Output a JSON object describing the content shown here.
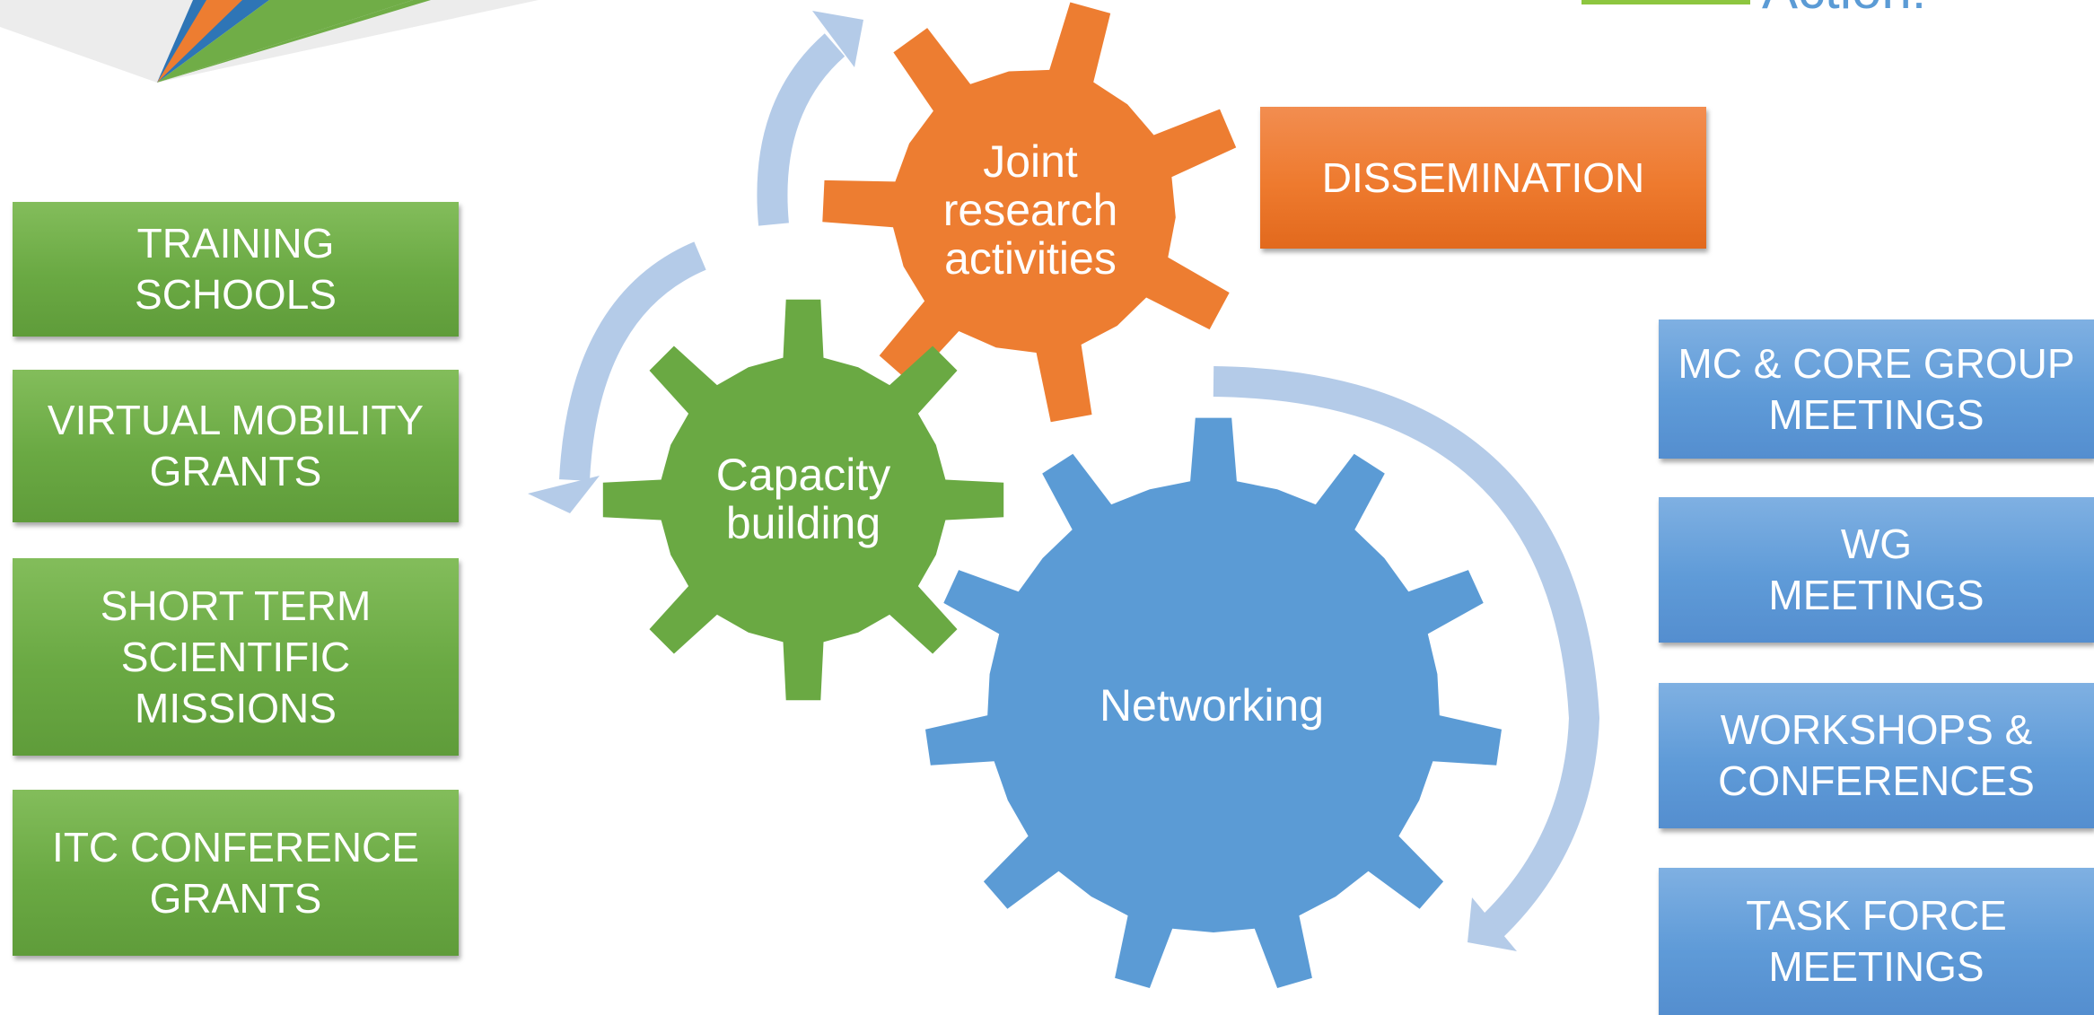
{
  "left_boxes": [
    {
      "label": "TRAINING\nSCHOOLS"
    },
    {
      "label": "VIRTUAL MOBILITY\nGRANTS"
    },
    {
      "label": "SHORT TERM\nSCIENTIFIC\nMISSIONS"
    },
    {
      "label": "ITC CONFERENCE\nGRANTS"
    }
  ],
  "right_boxes": [
    {
      "label": "MC & CORE GROUP\nMEETINGS"
    },
    {
      "label": "WG\nMEETINGS"
    },
    {
      "label": "WORKSHOPS &\nCONFERENCES"
    },
    {
      "label": "TASK FORCE\nMEETINGS"
    }
  ],
  "top_box": {
    "label": "DISSEMINATION"
  },
  "gears": {
    "joint": {
      "label": "Joint\nresearch\nactivities"
    },
    "capacity": {
      "label": "Capacity\nbuilding"
    },
    "networking": {
      "label": "Networking"
    }
  },
  "logo": {
    "partial_text": "Action!"
  },
  "colors": {
    "green": "#6aa943",
    "blue": "#5b9bd5",
    "orange": "#ed7d31",
    "arrow": "#b4cbe8"
  }
}
